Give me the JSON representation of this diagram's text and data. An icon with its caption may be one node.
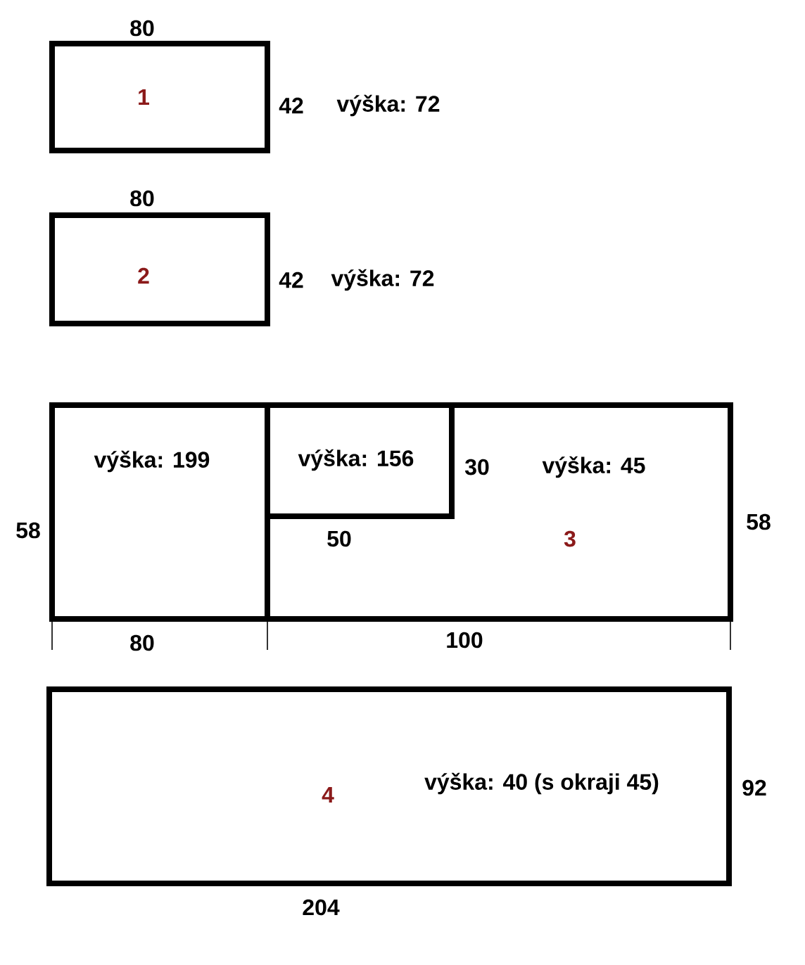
{
  "diagram": {
    "nodes": [
      {
        "text": [
          "1"
        ],
        "beside": [
          "80",
          "42",
          "výška: 72"
        ]
      },
      {
        "text": [
          "2"
        ],
        "beside": [
          "80",
          "42",
          "výška: 72"
        ]
      },
      {
        "text": [
          "výška: 45",
          "3"
        ]
      },
      {
        "text": [
          "výška: 199"
        ],
        "in": 2
      },
      {
        "text": [
          "výška: 156"
        ],
        "in": 2
      },
      {
        "text": [
          "výška: 40 (s okraji 45)",
          "4"
        ],
        "beside": [
          "92",
          "204"
        ]
      }
    ],
    "edges": [],
    "labels": [
      "58",
      "30",
      "58",
      "50",
      "80",
      "100"
    ]
  }
}
